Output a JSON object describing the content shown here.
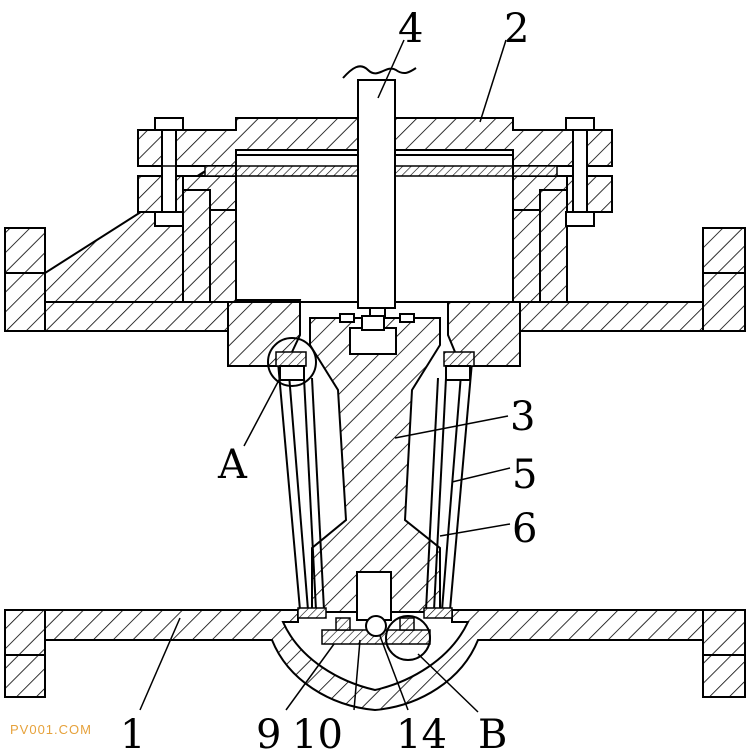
{
  "labels": {
    "l1": "1",
    "l2": "2",
    "l3": "3",
    "l4": "4",
    "l5": "5",
    "l6": "6",
    "l9": "9",
    "l10": "10",
    "l14": "14",
    "lA": "A",
    "lB": "B"
  },
  "watermark": "PV001.COM"
}
